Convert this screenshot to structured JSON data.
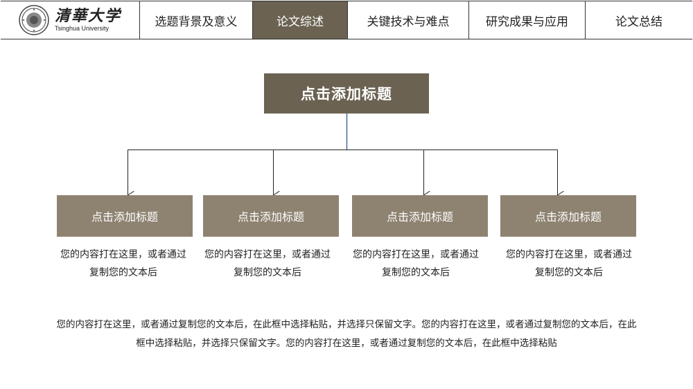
{
  "logo": {
    "cn": "清華大学",
    "en": "Tsinghua University"
  },
  "nav": {
    "tabs": [
      {
        "label": "选题背景及意义"
      },
      {
        "label": "论文综述"
      },
      {
        "label": "关键技术与难点"
      },
      {
        "label": "研究成果与应用"
      },
      {
        "label": "论文总结"
      }
    ],
    "active_index": 1
  },
  "diagram": {
    "main_title": "点击添加标题",
    "items": [
      {
        "title": "点击添加标题",
        "text": "您的内容打在这里，或者通过复制您的文本后"
      },
      {
        "title": "点击添加标题",
        "text": "您的内容打在这里，或者通过复制您的文本后"
      },
      {
        "title": "点击添加标题",
        "text": "您的内容打在这里，或者通过复制您的文本后"
      },
      {
        "title": "点击添加标题",
        "text": "您的内容打在这里，或者通过复制您的文本后"
      }
    ]
  },
  "paragraph": "您的内容打在这里，或者通过复制您的文本后，在此框中选择粘贴，并选择只保留文字。您的内容打在这里，或者通过复制您的文本后，在此框中选择粘贴，并选择只保留文字。您的内容打在这里，或者通过复制您的文本后，在此框中选择粘贴",
  "colors": {
    "accent_dark": "#6b6252",
    "accent_light": "#8e8371",
    "connector_blue": "#2e5a87"
  }
}
